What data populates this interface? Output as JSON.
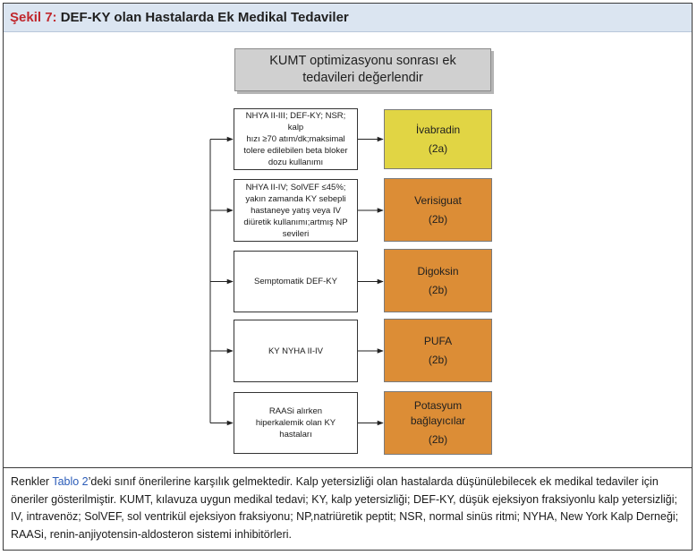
{
  "title": {
    "label": "Şekil 7:",
    "text": "DEF-KY olan Hastalarda Ek Medikal Tedaviler"
  },
  "header_box": [
    "KUMT optimizasyonu sonrası ek",
    "tedavileri değerlendir"
  ],
  "rows": [
    {
      "condition": [
        "NHYA II-III; DEF-KY; NSR; kalp",
        "hızı ≥70 atım/dk;maksimal",
        "tolere edilebilen beta bloker",
        "dozu kullanımı"
      ],
      "treatment": [
        "İvabradin"
      ],
      "class": "(2a)",
      "color": "#e1d544"
    },
    {
      "condition": [
        "NHYA II-IV; SolVEF ≤45%;",
        "yakın zamanda KY sebepli",
        "hastaneye yatış veya IV",
        "diüretik kullanımı;artmış NP",
        "sevileri"
      ],
      "treatment": [
        "Verisiguat"
      ],
      "class": "(2b)",
      "color": "#dc8d36"
    },
    {
      "condition": [
        "Semptomatik DEF-KY"
      ],
      "treatment": [
        "Digoksin"
      ],
      "class": "(2b)",
      "color": "#dc8d36"
    },
    {
      "condition": [
        "KY NYHA II-IV"
      ],
      "treatment": [
        "PUFA"
      ],
      "class": "(2b)",
      "color": "#dc8d36"
    },
    {
      "condition": [
        "RAASi alırken",
        "hiperkalemik olan KY",
        "hastaları"
      ],
      "treatment": [
        "Potasyum",
        "bağlayıcılar"
      ],
      "class": "(2b)",
      "color": "#dc8d36"
    }
  ],
  "caption": {
    "before_link": "Renkler ",
    "link": "Tablo 2",
    "after_link": "’deki sınıf önerilerine karşılık gelmektedir. Kalp yetersizliği olan hastalarda düşünülebilecek ek medikal tedaviler için öneriler gösterilmiştir. KUMT, kılavuza uygun medikal tedavi; KY, kalp yetersizliği; DEF-KY, düşük ejeksiyon fraksiyonlu  kalp yetersizliği; IV, intravenöz; SolVEF, sol ventrikül ejeksiyon fraksiyonu;  NP,natriüretik peptit; NSR, normal sinüs ritmi; NYHA, New York Kalp Derneği; RAASi, renin-anjiyotensin-aldosteron sistemi inhibitörleri."
  }
}
